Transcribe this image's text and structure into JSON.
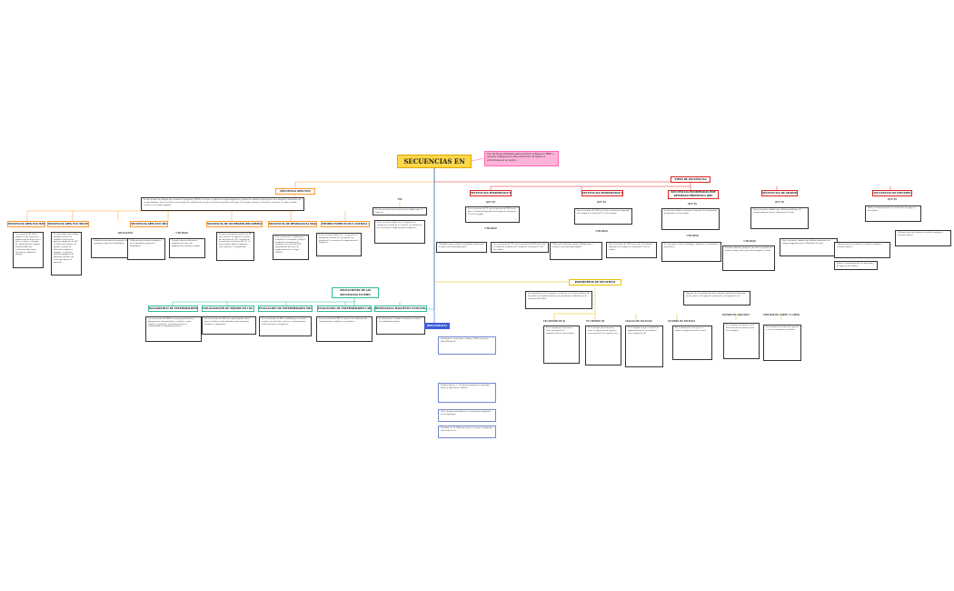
{
  "title": "SECUENCIAS EN RMN",
  "note": "Son técnicas utilizadas para producir señales de RMN y generar imágenes de alta resolución de tejidos y estructuras en el cuerpo.",
  "left": {
    "spin_echo": {
      "header": "SECUENCIA SPIN ECO",
      "desc": "Es una técnica de imagen por resonancia magnética (RMN) en la que se aplica un campo magnético y pulsos de radiofrecuencia para crear imágenes detalladas del cuerpo humano. Esta secuencia usa un pulso de radiofrecuencia para invertir los protones del agua en el tejido y luego se detecta la señal que se emite cuando vuelven a su estado original.",
      "tag": "TSE",
      "tag_desc": "Es una secuencia que tiene mayor rapidez que el spin eco."
    },
    "types": [
      {
        "name": "SECUENCIA SPIN ECO RÁPIDA",
        "desc": "La secuencia SE ultra-rápida es una técnica de adquisición de datos en la que se reduce el tiempo de adquisición de imagen, manteniendo una resolución adecuada y una buena calidad de imagen."
      },
      {
        "name": "SECUENCIA SPIN ECO MULTIPLANAR",
        "desc": "Es una técnica que utiliza múltiples pulsos de radiofrecuencia para generar imágenes de RM en diferentes planos. Al aplicar el pulso en diferentes ángulos y tiempos, se pueden obtener imágenes de diferentes planos sin tener que mover al paciente."
      },
      {
        "name": "SECUENCIA SPIN ECO MULTIECO",
        "desc": ""
      },
      {
        "name": "SECUENCIA DE INVERSIÓN-RECUPERACIÓN (IR)",
        "desc": "Es una secuencia de pulsos de RF que consiste en aplicar un pulso de inversión de 180° seguido de un pulso de excitación de 90°, lo que permite obtener imágenes con contraste T1 ponderado."
      },
      {
        "name": "SECUENCIA DE RESONANCIA MAGNÉTICA FUNCIONAL (fRMN)",
        "desc": "Esta secuencia se utiliza para visualizar la actividad cerebral mediante la medición de cambios en la señal de RM dependiente del nivel de oxigenación en la sangre (BOLD)."
      },
      {
        "name": "TIEMPO ENTRE ECOS Y ANTIGUA ANTERIOR",
        "desc": "Es la secuencia Spin Eco, el espacio o el tiempo de retardo de la señal de eco dentro de la secuencia de adquisición de imágenes."
      }
    ],
    "multieco_uses": {
      "label_a": "APLICACIÓN",
      "label_b": "UTILIDAD",
      "a": "Utilizada para obtener imágenes de la anatomía y procesos fisiológicos.",
      "b": "Permite obtener diferentes imágenes de una sola adquisición y ahorrar tiempo."
    }
  },
  "apps": {
    "header": "APLICACIONES DE LAS SECUENCIAS EN RMN",
    "items": [
      {
        "name": "DIAGNÓSTICO DE ENFERMEDADES CEREBRALES",
        "desc": "Las secuencias de RMN se usan para detectar y diagnosticar enfermedades cerebrales, como tumores, accidentes cerebrovasculares y enfermedades neurodegenerativas."
      },
      {
        "name": "VISUALIZACIÓN DE TEJIDOS EN LOS TEJIDOS BLANDOS",
        "desc": "Las secuencias de RM son especialmente útiles para visualizar tejidos blandos como músculos, tendones y ligamentos."
      },
      {
        "name": "EVALUACIÓN DE ENFERMEDADES MÚSCULO-ESQUELÉTICAS",
        "desc": "Las secuencias de RM se utilizan para evaluar lesiones en músculos, huesos y articulaciones, como fracturas y desgarros."
      },
      {
        "name": "EVALUACIÓN DE ENFERMEDADES CARDIOVASCULARES",
        "desc": "Las secuencias de RM se usan en la evaluación de enfermedades cardíacas y vasculares."
      },
      {
        "name": "RESONANCIA MAGNÉTICA FUNCIONAL (fRMN)",
        "desc": "Se utiliza para estudiar la función cerebral y la actividad neuronal."
      }
    ]
  },
  "types_seq": {
    "header": "TIPOS DE SECUENCIAS",
    "items": [
      {
        "name": "SECUENCIAS PONDERADAS EN T1",
        "que_es": "Las secuencias de T1 son secuencias de RM en las que el contraste depende del tiempo de relajación T1 de los tejidos.",
        "utilidad": "Utilizadas para evaluar la anatomía y detectar lesiones con contenido graso."
      },
      {
        "name": "SECUENCIAS PONDERADAS EN T2",
        "que_es": "Son secuencias de RM en las que el contraste depende del tiempo de relajación T2 de los tejidos.",
        "utilidad": "Útiles para detectar edema, inflamación y lesiones con contenido líquido."
      },
      {
        "name": "SECUENCIAS PONDERADAS POR DENSIDAD PROTÓNICA (DP)",
        "que_es": "Secuencias donde el contraste depende de la densidad de protones en los tejidos.",
        "utilidad": "Se usan para evaluar cartílagos, meniscos y estructuras articulares."
      },
      {
        "name": "SECUENCIAS DE GRADIENTE",
        "que_es": "Son secuencias rápidas que utilizan gradientes de campo magnético para refocalizar la señal.",
        "utilidad": "Permiten obtener imágenes de alta resolución en menor tiempo, útiles para hemorragias y calcio."
      },
      {
        "name": "SECUENCIAS DE DIFUSIÓN",
        "que_es": "Miden el movimiento de las moléculas de agua en los tejidos.",
        "utilidad": "Útil para detectar infartos cerebrales agudos y evaluar tumores."
      }
    ],
    "que_es_label": "QUÉ ES",
    "utilidad_label": "UTILIDAD"
  },
  "params": {
    "header": "PARÁMETROS DE SECUENCIA",
    "desc_a": "Los parámetros de secuencia se refieren a las características de los pulsos de radiofrecuencia y los gradientes utilizados en la secuencia de RMN.",
    "desc_b": "Algunos de los parámetros más comunes incluyen la duración de los pulsos, el tiempo de repetición y el tiempo de eco.",
    "items": [
      {
        "name": "TR (TIEMPO DE REPETICIÓN)",
        "desc": "Es el tiempo que transcurre entre dos pulsos de radiofrecuencia consecutivos."
      },
      {
        "name": "TE (TIEMPO DE ECO)",
        "desc": "Es el tiempo que transcurre entre la aplicación del pulso y la recepción de la señal de eco."
      },
      {
        "name": "ÁNGULO DE INCLINACIÓN (FLIP ANGLE)",
        "desc": "Es el ángulo en que se inclina la magnetización de los protones tras el pulso de RF."
      },
      {
        "name": "NÚMERO DE EXCITACIONES (NEX)",
        "desc": "Es el número de veces que se repite la adquisición de la señal."
      },
      {
        "name": "MATRIZ DE ADQUISICIÓN",
        "desc": "Es el número de píxeles en la dirección de frecuencia y fase de la imagen."
      },
      {
        "name": "ESPESOR DE CORTE Y CAMPO DE VISIÓN (FOV)",
        "desc": "Determinan la resolución espacial y el área anatómica estudiada."
      }
    ]
  },
  "bibliography": {
    "header": "BIBLIOGRAFÍA",
    "refs": [
      "Westbrook C, Kaut Roth C, Talbot J. MRI in Practice. Wiley-Blackwell.",
      "Vázquez Barro J. C. Resonancia magnética: principios físicos y aplicaciones clínicas.",
      "Gili J. Introducción biofísica a la resonancia magnética en neuroimagen.",
      "McRobbie D. W. MRI from Picture to Proton. Cambridge University Press."
    ]
  },
  "colors": {
    "orange": "#ff9933",
    "red": "#dd2222",
    "yellow": "#e6c200",
    "green": "#33bb99",
    "blue": "#3b5bdb"
  }
}
